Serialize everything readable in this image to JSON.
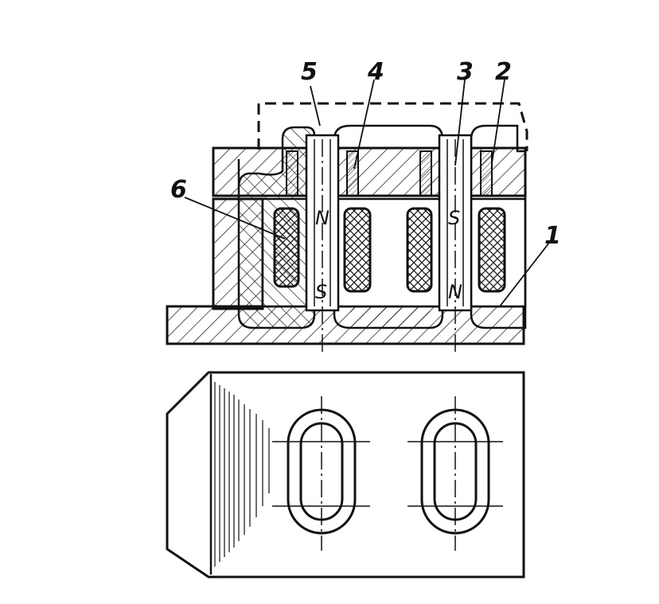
{
  "labels": {
    "l1": "1",
    "l2": "2",
    "l3": "3",
    "l4": "4",
    "l5": "5",
    "l6": "6"
  },
  "poles": {
    "left_top": "N",
    "left_bottom": "S",
    "right_top": "S",
    "right_bottom": "N"
  },
  "colors": {
    "ink": "#111111",
    "paper": "#ffffff"
  }
}
